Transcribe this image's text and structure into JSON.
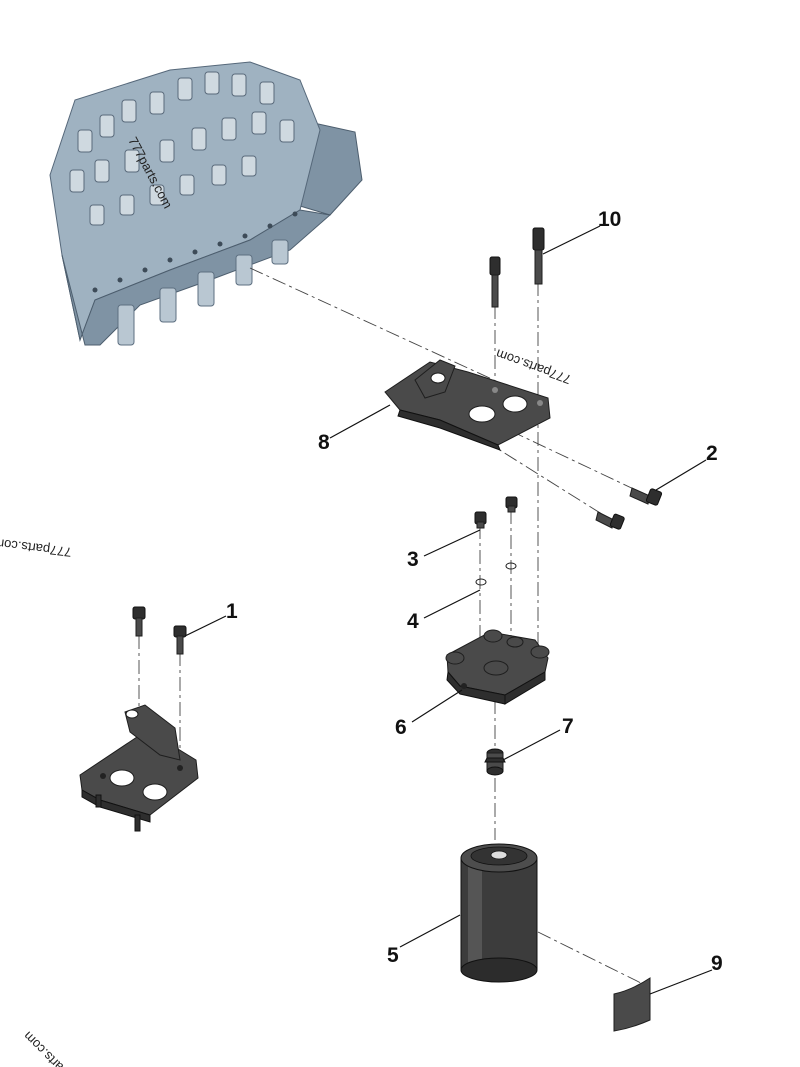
{
  "callouts": {
    "c1": "1",
    "c2": "2",
    "c3": "3",
    "c4": "4",
    "c5": "5",
    "c6": "6",
    "c7": "7",
    "c8": "8",
    "c9": "9",
    "c10": "10"
  },
  "watermarks": {
    "w1": "777parts.com",
    "w2": "777parts.com",
    "w3": "777parts.com",
    "w4": "arts.com"
  },
  "icons": {
    "cylinder_head": "cylinder-head-icon",
    "bracket": "filter-head-bracket-icon",
    "filter_head": "filter-head-icon",
    "filter": "spin-on-filter-icon",
    "bolt": "capscrew-icon",
    "plug": "plug-icon",
    "o_ring": "o-ring-icon",
    "adapter": "adapter-icon",
    "label": "label-icon"
  },
  "colors": {
    "part_dark": "#4a4a4a",
    "casting": "#9fb2c1",
    "callout_text": "#111111"
  }
}
